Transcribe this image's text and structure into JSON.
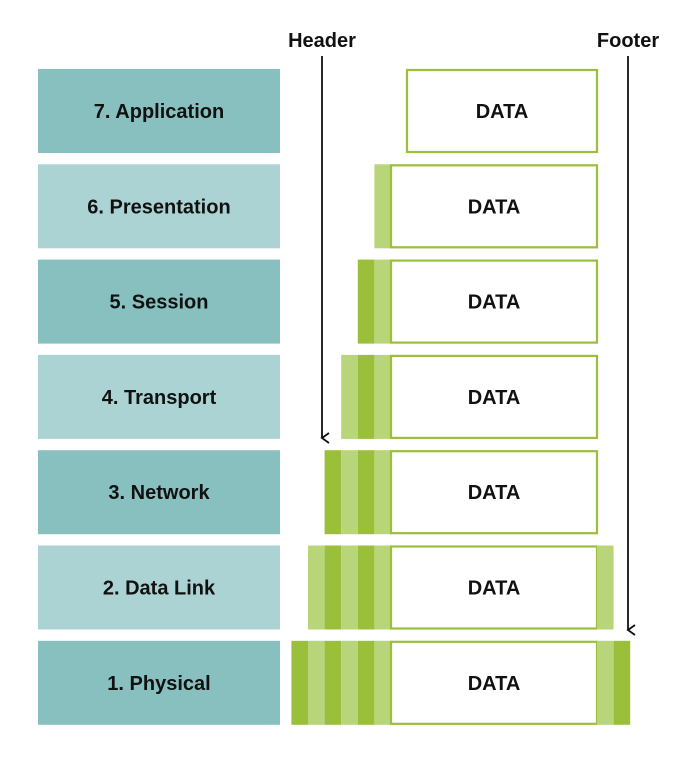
{
  "annotations": {
    "header": "Header",
    "footer": "Footer"
  },
  "colors": {
    "layer_dark": "#88bfbf",
    "layer_light": "#abd3d3",
    "header_dark": "#99bf3b",
    "header_light": "#b9d57a",
    "data_border": "#99bf3b",
    "arrow": "#111111"
  },
  "layers": [
    {
      "label": "7. Application",
      "data": "DATA",
      "shade": "dark",
      "header_blocks": [],
      "footer_blocks": []
    },
    {
      "label": "6. Presentation",
      "data": "DATA",
      "shade": "light",
      "header_blocks": [
        "light"
      ],
      "footer_blocks": []
    },
    {
      "label": "5. Session",
      "data": "DATA",
      "shade": "dark",
      "header_blocks": [
        "dark",
        "light"
      ],
      "footer_blocks": []
    },
    {
      "label": "4. Transport",
      "data": "DATA",
      "shade": "light",
      "header_blocks": [
        "light",
        "dark",
        "light"
      ],
      "footer_blocks": []
    },
    {
      "label": "3. Network",
      "data": "DATA",
      "shade": "dark",
      "header_blocks": [
        "dark",
        "light",
        "dark",
        "light"
      ],
      "footer_blocks": []
    },
    {
      "label": "2. Data Link",
      "data": "DATA",
      "shade": "light",
      "header_blocks": [
        "light",
        "dark",
        "light",
        "dark",
        "light"
      ],
      "footer_blocks": [
        "light"
      ]
    },
    {
      "label": "1. Physical",
      "data": "DATA",
      "shade": "dark",
      "header_blocks": [
        "dark",
        "light",
        "dark",
        "light",
        "dark",
        "light"
      ],
      "footer_blocks": [
        "light",
        "dark"
      ]
    }
  ]
}
